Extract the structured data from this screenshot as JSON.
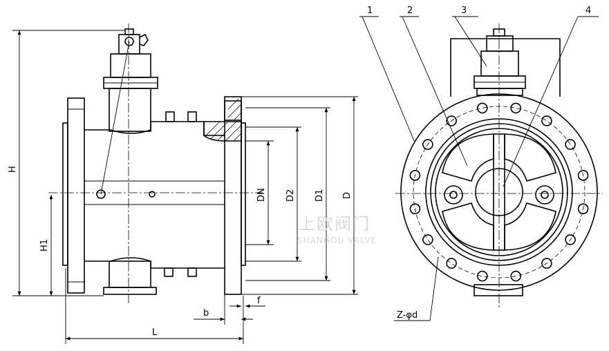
{
  "drawing": {
    "callouts": [
      "1",
      "2",
      "3",
      "4"
    ],
    "dimensions": {
      "H": "H",
      "H1": "H1",
      "L": "L",
      "b": "b",
      "f": "f",
      "DN": "DN",
      "D2": "D2",
      "D1": "D1",
      "D": "D",
      "holes": "Z-φd"
    },
    "watermark": {
      "cn": "上欧阀门",
      "en": "SHANGOU VALVE"
    }
  }
}
